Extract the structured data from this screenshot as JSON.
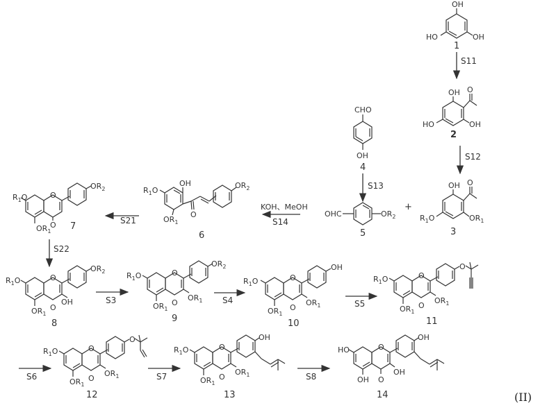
{
  "scheme": {
    "figure_label": "(II)",
    "compounds": [
      {
        "id": "1",
        "label": "1",
        "substituents": [
          "OH",
          "HO",
          "OH"
        ]
      },
      {
        "id": "2",
        "label": "2",
        "substituents": [
          "OH",
          "HO",
          "OH"
        ]
      },
      {
        "id": "3",
        "label": "3",
        "substituents": [
          "OH",
          "R1O",
          "OR1"
        ]
      },
      {
        "id": "4",
        "label": "4",
        "substituents": [
          "CHO",
          "OH"
        ]
      },
      {
        "id": "5",
        "label": "5",
        "substituents": [
          "OHC",
          "OR2"
        ]
      },
      {
        "id": "6",
        "label": "6",
        "substituents": [
          "R1O",
          "OH",
          "OR1",
          "OR2"
        ]
      },
      {
        "id": "7",
        "label": "7",
        "substituents": [
          "R1O",
          "OR1",
          "OR2"
        ]
      },
      {
        "id": "8",
        "label": "8",
        "substituents": [
          "R1O",
          "OR1",
          "OH",
          "OR2"
        ]
      },
      {
        "id": "9",
        "label": "9",
        "substituents": [
          "R1O",
          "OR1",
          "OR1",
          "OR2"
        ]
      },
      {
        "id": "10",
        "label": "10",
        "substituents": [
          "R1O",
          "OR1",
          "OR1",
          "OH"
        ]
      },
      {
        "id": "11",
        "label": "11",
        "substituents": [
          "R1O",
          "OR1",
          "OR1",
          "O-C(CH3)2-C≡CH"
        ]
      },
      {
        "id": "12",
        "label": "12",
        "substituents": [
          "R1O",
          "OR1",
          "OR1",
          "O-C(CH3)2-CH=CH2"
        ]
      },
      {
        "id": "13",
        "label": "13",
        "substituents": [
          "R1O",
          "OR1",
          "OR1",
          "OH",
          "prenyl"
        ]
      },
      {
        "id": "14",
        "label": "14",
        "substituents": [
          "HO",
          "OH",
          "OH",
          "OH",
          "prenyl"
        ]
      }
    ],
    "steps": [
      {
        "label": "S11",
        "from": "1",
        "to": "2"
      },
      {
        "label": "S12",
        "from": "2",
        "to": "3"
      },
      {
        "label": "S13",
        "from": "4",
        "to": "5"
      },
      {
        "label": "S14",
        "from": "3+5",
        "to": "6",
        "reagents": "KOH、MeOH"
      },
      {
        "label": "S21",
        "from": "6",
        "to": "7"
      },
      {
        "label": "S22",
        "from": "7",
        "to": "8"
      },
      {
        "label": "S3",
        "from": "8",
        "to": "9"
      },
      {
        "label": "S4",
        "from": "9",
        "to": "10"
      },
      {
        "label": "S5",
        "from": "10",
        "to": "11"
      },
      {
        "label": "S6",
        "from": "11",
        "to": "12"
      },
      {
        "label": "S7",
        "from": "12",
        "to": "13"
      },
      {
        "label": "S8",
        "from": "13",
        "to": "14"
      }
    ],
    "plus_sign": "+",
    "text": {
      "OH": "OH",
      "HO": "HO",
      "O": "O",
      "CHO": "CHO",
      "OHC": "OHC",
      "R1O_R": "R",
      "R1O_O": "O",
      "OR_O": "OR",
      "sub1": "1",
      "sub2": "2"
    }
  }
}
